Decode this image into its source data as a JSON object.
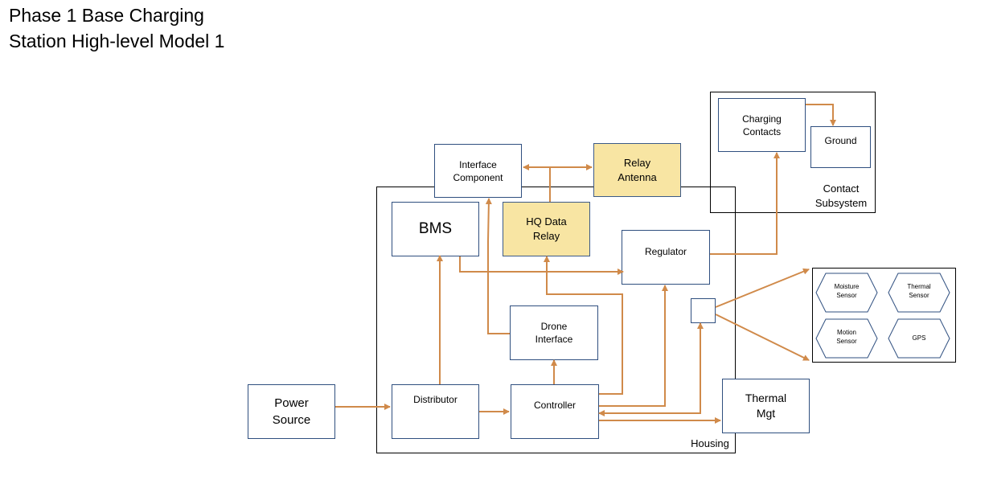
{
  "title": {
    "line1": "Phase 1 Base Charging",
    "line2": "Station High-level Model 1"
  },
  "frames": {
    "housing": "Housing",
    "contact_line1": "Contact",
    "contact_line2": "Subsystem"
  },
  "boxes": {
    "interface_line1": "Interface",
    "interface_line2": "Component",
    "relay_line1": "Relay",
    "relay_line2": "Antenna",
    "bms": "BMS",
    "hq_line1": "HQ Data",
    "hq_line2": "Relay",
    "regulator": "Regulator",
    "drone_line1": "Drone",
    "drone_line2": "Interface",
    "power_line1": "Power",
    "power_line2": "Source",
    "distributor": "Distributor",
    "controller": "Controller",
    "thermal_line1": "Thermal",
    "thermal_line2": "Mgt",
    "charging_line1": "Charging",
    "charging_line2": "Contacts",
    "ground": "Ground"
  },
  "sensors": {
    "moisture_line1": "Moisture",
    "moisture_line2": "Sensor",
    "thermal_line1": "Thermal",
    "thermal_line2": "Sensor",
    "motion_line1": "Motion",
    "motion_line2": "Sensor",
    "gps": "GPS"
  },
  "colors": {
    "arrow": "#d08a4a",
    "box_border": "#2f4f7f",
    "highlight": "#f8e5a3"
  }
}
